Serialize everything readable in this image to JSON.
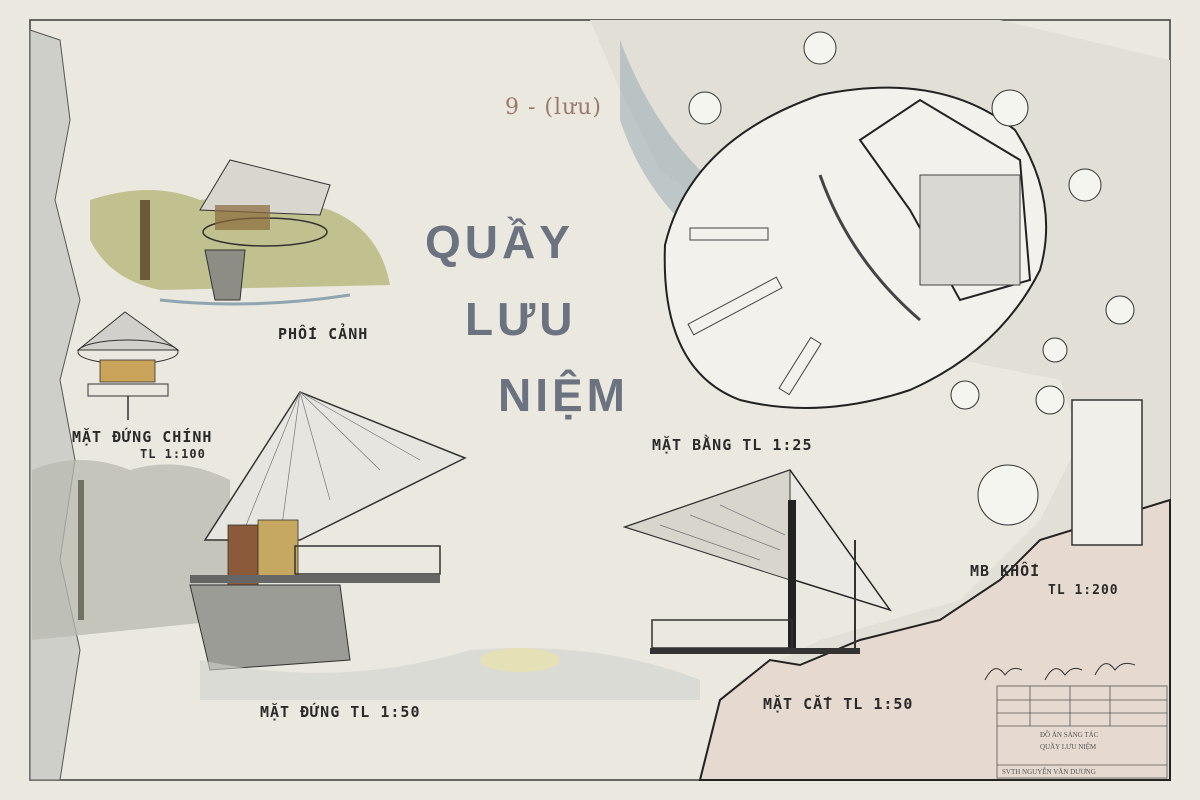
{
  "title": {
    "line1": "QUẦY",
    "line2": "LƯU",
    "line3": "NIỆM"
  },
  "labels": {
    "phoi_canh": "PHỐI CẢNH",
    "mat_dung_chinh": "MẶT ĐỨNG CHÍNH",
    "mat_dung_chinh_scale": "TL 1:100",
    "mat_bang": "MẶT BẰNG TL 1:25",
    "mb_khoi": "MB KHỐI",
    "mb_khoi_scale": "TL 1:200",
    "mat_dung": "MẶT ĐỨNG TL 1:50",
    "mat_cat": "MẶT CẮT TL 1:50"
  },
  "grade_mark": "9 - (lưu)",
  "title_block": {
    "line1": "ĐỒ ÁN SÁNG TÁC",
    "line2": "QUẦY LƯU NIỆM",
    "line3": "SVTH NGUYỄN VĂN DƯƠNG"
  },
  "colors": {
    "paper": "#ebe8e0",
    "ink": "#2a2a2a",
    "title_grey": "#6b7380",
    "wash_green": "#a9ad6a",
    "wash_blue": "#8fa6b2"
  }
}
